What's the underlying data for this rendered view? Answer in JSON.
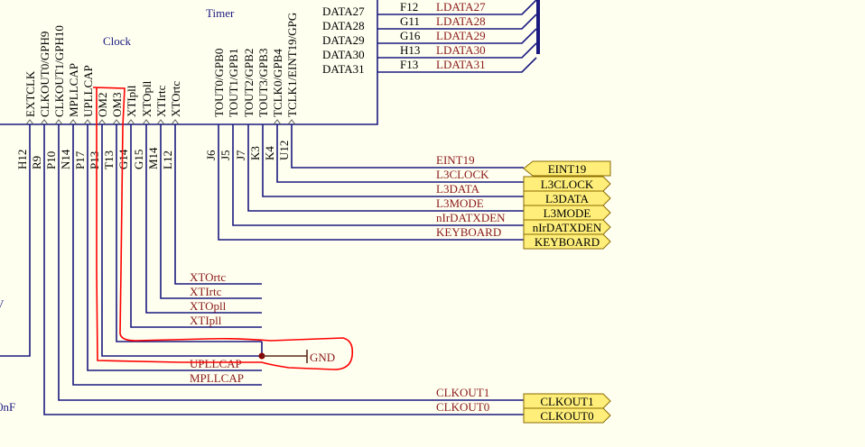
{
  "block_labels": {
    "timer": "Timer",
    "clock": "Clock"
  },
  "data_pins": [
    {
      "pin": "DATA27",
      "ball": "F12",
      "net": "LDATA27"
    },
    {
      "pin": "DATA28",
      "ball": "G11",
      "net": "LDATA28"
    },
    {
      "pin": "DATA29",
      "ball": "G16",
      "net": "LDATA29"
    },
    {
      "pin": "DATA30",
      "ball": "H13",
      "net": "LDATA30"
    },
    {
      "pin": "DATA31",
      "ball": "F13",
      "net": "LDATA31"
    }
  ],
  "clock_pins": [
    {
      "pin": "EXTCLK",
      "ball": "H12"
    },
    {
      "pin": "CLKOUT0/GPH9",
      "ball": "R9"
    },
    {
      "pin": "CLKOUT1/GPH10",
      "ball": "P10"
    },
    {
      "pin": "MPLLCAP",
      "ball": "N14"
    },
    {
      "pin": "UPLLCAP",
      "ball": "P17"
    },
    {
      "pin": "OM2",
      "ball": "P13"
    },
    {
      "pin": "OM3",
      "ball": "T13"
    },
    {
      "pin": "XTIpll",
      "ball": "G14"
    },
    {
      "pin": "XTOpll",
      "ball": "G15"
    },
    {
      "pin": "XTIrtc",
      "ball": "M14"
    },
    {
      "pin": "XTOrtc",
      "ball": "L12"
    }
  ],
  "timer_pins": [
    {
      "pin": "TOUT0/GPB0",
      "ball": "J6"
    },
    {
      "pin": "TOUT1/GPB1",
      "ball": "J5"
    },
    {
      "pin": "TOUT2/GPB2",
      "ball": "J7"
    },
    {
      "pin": "TOUT3/GPB3",
      "ball": "K3"
    },
    {
      "pin": "TCLK0/GPB4",
      "ball": "K4"
    },
    {
      "pin": "TCLK1/EINT19/GPG",
      "ball": "U12"
    }
  ],
  "clock_nets": [
    "XTOrtc",
    "XTIrtc",
    "XTOpll",
    "XTIpll",
    "UPLLCAP",
    "MPLLCAP"
  ],
  "gnd_label": "GND",
  "timer_nets": [
    {
      "net": "EINT19",
      "port": "EINT19",
      "dir": "in"
    },
    {
      "net": "L3CLOCK",
      "port": "L3CLOCK",
      "dir": "out"
    },
    {
      "net": "L3DATA",
      "port": "L3DATA",
      "dir": "out"
    },
    {
      "net": "L3MODE",
      "port": "L3MODE",
      "dir": "out"
    },
    {
      "net": "nIrDATXDEN",
      "port": "nIrDATXDEN",
      "dir": "out"
    },
    {
      "net": "KEYBOARD",
      "port": "KEYBOARD",
      "dir": "out"
    }
  ],
  "clkout_nets": [
    {
      "net": "CLKOUT1",
      "port": "CLKOUT1"
    },
    {
      "net": "CLKOUT0",
      "port": "CLKOUT0"
    }
  ],
  "left_fragments": {
    "v": "V",
    "cap": "0nF"
  },
  "colors": {
    "wire": "#1a1a80",
    "net_label": "#8b1a1a",
    "port_fill": "#ffef7a",
    "annotation": "#ff0000",
    "background": "#fffff0"
  }
}
